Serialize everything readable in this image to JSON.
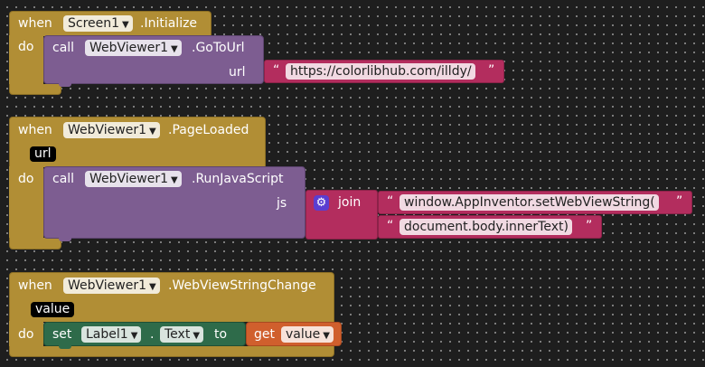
{
  "workspace": {
    "block1": {
      "when": "when",
      "component": "Screen1",
      "event": ".Initialize",
      "do": "do",
      "call": {
        "call": "call",
        "component": "WebViewer1",
        "method": ".GoToUrl",
        "arg_name": "url",
        "arg_value": "https://colorlibhub.com/illdy/"
      }
    },
    "block2": {
      "when": "when",
      "component": "WebViewer1",
      "event": ".PageLoaded",
      "param": "url",
      "do": "do",
      "call": {
        "call": "call",
        "component": "WebViewer1",
        "method": ".RunJavaScript",
        "arg_name": "js",
        "join": "join",
        "join_text_1": "window.AppInventor.setWebViewString(",
        "join_text_2": "document.body.innerText)"
      }
    },
    "block3": {
      "when": "when",
      "component": "WebViewer1",
      "event": ".WebViewStringChange",
      "param": "value",
      "do": "do",
      "set": {
        "set": "set",
        "component": "Label1",
        "dot": ".",
        "property": "Text",
        "to": "to",
        "get": "get",
        "get_var": "value"
      }
    }
  },
  "glyphs": {
    "dropdown_arrow": "▼",
    "quote_open": "“",
    "quote_close": "”",
    "gear": "⚙"
  },
  "colors": {
    "event": "#b18e35",
    "procedure": "#7d5d91",
    "text": "#b32d5e",
    "setter": "#2e6b4a",
    "getter": "#d05f2d",
    "join_icon": "#5a3ed1"
  }
}
